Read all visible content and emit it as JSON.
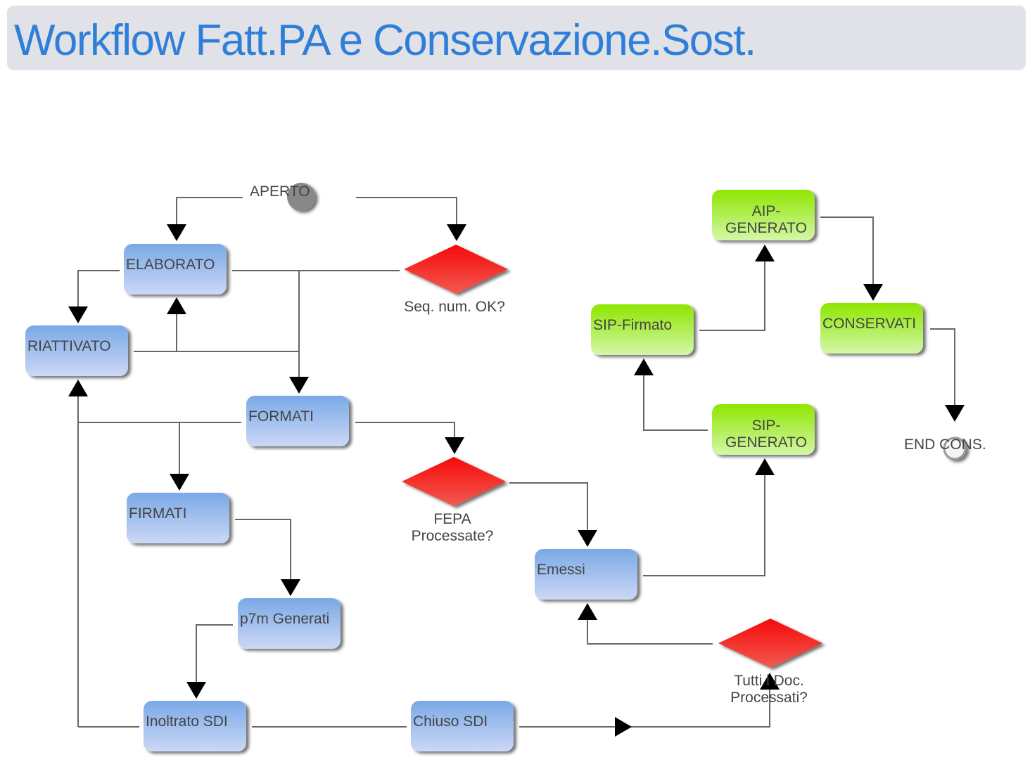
{
  "header": {
    "title": "Workflow Fatt.PA e Conservazione.Sost."
  },
  "colors": {
    "blue_top": "#7aa9e6",
    "blue_bottom": "#ccd8f6",
    "green_top": "#8ee600",
    "green_bottom": "#d4f7a8",
    "decision": "#f51212",
    "line": "#666666",
    "title": "#2f7fd9"
  },
  "start": {
    "label": "APERTO"
  },
  "end": {
    "label": "END CONS."
  },
  "states": [
    {
      "id": "elaborato",
      "lines": [
        "ELABORATO"
      ],
      "kind": "blue"
    },
    {
      "id": "riattivato",
      "lines": [
        "RIATTIVATO"
      ],
      "kind": "blue"
    },
    {
      "id": "formati",
      "lines": [
        "FORMATI"
      ],
      "kind": "blue"
    },
    {
      "id": "firmati",
      "lines": [
        "FIRMATI"
      ],
      "kind": "blue"
    },
    {
      "id": "p7m",
      "lines": [
        "p7m Generati"
      ],
      "kind": "blue"
    },
    {
      "id": "inoltrato",
      "lines": [
        "Inoltrato SDI"
      ],
      "kind": "blue"
    },
    {
      "id": "chiuso",
      "lines": [
        "Chiuso SDI"
      ],
      "kind": "blue"
    },
    {
      "id": "emessi",
      "lines": [
        "Emessi"
      ],
      "kind": "blue"
    },
    {
      "id": "sipgen",
      "lines": [
        "SIP-",
        "GENERATO"
      ],
      "kind": "green"
    },
    {
      "id": "sipfirm",
      "lines": [
        "SIP-Firmato"
      ],
      "kind": "green"
    },
    {
      "id": "aipgen",
      "lines": [
        "AIP-",
        "GENERATO"
      ],
      "kind": "green"
    },
    {
      "id": "conservati",
      "lines": [
        "CONSERVATI"
      ],
      "kind": "green"
    }
  ],
  "decisions": [
    {
      "id": "seq",
      "lines": [
        "Seq. num. OK?"
      ]
    },
    {
      "id": "fepa",
      "lines": [
        "FEPA",
        "Processate?"
      ]
    },
    {
      "id": "tutti",
      "lines": [
        "Tutti i Doc.",
        "Processati?"
      ]
    }
  ]
}
